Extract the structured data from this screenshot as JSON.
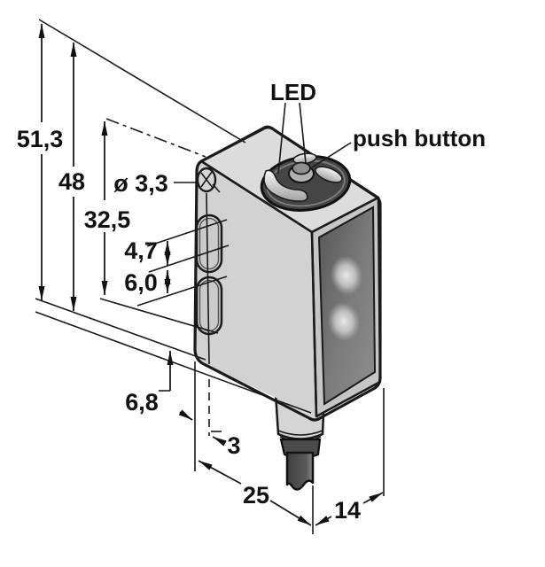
{
  "drawing": {
    "labels": {
      "led": "LED",
      "push_button": "push button"
    },
    "dimensions": {
      "height_total": "51,3",
      "height_housing": "48",
      "hole_to_slot": "32,5",
      "hole_diameter": "ø 3,3",
      "slot_length": "4,7",
      "slot_spacing": "6,0",
      "bottom_to_slot": "6,8",
      "slot_edge_offset": "3",
      "housing_depth": "25",
      "housing_width": "14"
    },
    "colors": {
      "line": "#1a1a1a",
      "body_side": "#d2d2d2",
      "body_top": "#dcdcdc",
      "window_frame": "#c6c6c6",
      "window_glass": "#6e6e6e",
      "led_bezel": "#454545",
      "cable": "#4f4f4f",
      "background": "#ffffff"
    }
  }
}
